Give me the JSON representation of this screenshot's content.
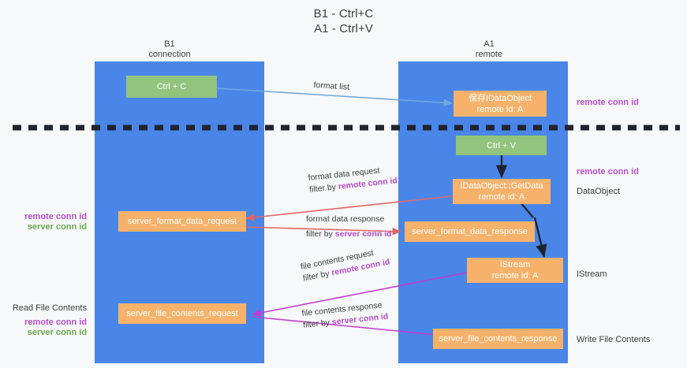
{
  "title": {
    "line1": "B1 - Ctrl+C",
    "line2": "A1 - Ctrl+V"
  },
  "columns": [
    {
      "name": "b1",
      "line1": "B1",
      "line2": "connection"
    },
    {
      "name": "a1",
      "line1": "A1",
      "line2": "remote"
    }
  ],
  "colors": {
    "lane": "#4a86e8",
    "green_node": "#93c47d",
    "orange_node": "#f6b26b",
    "purple_text": "#b44ecb",
    "green_text": "#6aa84f",
    "blue_arrow": "#6fa8dc",
    "red_arrow": "#e06666",
    "magenta_arrow": "#c23fd0",
    "black_arrow": "#1f2430",
    "background": "#f7f8f9",
    "text": "#3c4043"
  },
  "nodes": {
    "ctrl_c": {
      "label": "Ctrl + C",
      "kind": "green"
    },
    "save_idataobject": {
      "line1": "保存IDataObject",
      "line2": "remote id: A",
      "kind": "orange"
    },
    "ctrl_v": {
      "label": "Ctrl + V",
      "kind": "green"
    },
    "getdata": {
      "line1": "IDataObject::GetData",
      "line2": "remote id: A",
      "kind": "orange"
    },
    "server_format_data_request": {
      "label": "server_format_data_request",
      "kind": "orange"
    },
    "server_format_data_response": {
      "label": "server_format_data_response",
      "kind": "orange"
    },
    "istream": {
      "line1": "IStream",
      "line2": "remote id: A",
      "kind": "orange"
    },
    "server_file_contents_request": {
      "label": "server_file_contents_request",
      "kind": "orange"
    },
    "server_file_contents_response": {
      "label": "server_file_contents_response",
      "kind": "orange"
    }
  },
  "edge_labels": {
    "format_list": {
      "text": "format list"
    },
    "format_data_request": {
      "text": "format data request"
    },
    "format_data_request_filter_prefix": {
      "text": "filter by "
    },
    "format_data_request_filter_value": {
      "text": "remote conn id"
    },
    "format_data_response": {
      "text": "format data response"
    },
    "format_data_response_filter_prefix": {
      "text": "filter by "
    },
    "format_data_response_filter_value": {
      "text": "server conn id"
    },
    "file_contents_request": {
      "text": "file contents request"
    },
    "file_contents_request_filter_prefix": {
      "text": "filter by "
    },
    "file_contents_request_filter_value": {
      "text": "remote conn id"
    },
    "file_contents_response": {
      "text": "file contents response"
    },
    "file_contents_response_filter_prefix": {
      "text": "filter by "
    },
    "file_contents_response_filter_value": {
      "text": "server conn id"
    }
  },
  "annotations": {
    "right_remote_conn_id_top": "remote conn id",
    "right_remote_conn_id_mid": "remote conn id",
    "right_dataobject": "DataObject",
    "right_istream": "IStream",
    "right_write_file_contents": "Write File Contents",
    "left_remote_conn_id_mid": "remote conn id",
    "left_server_conn_id_mid": "server conn id",
    "left_read_file_contents": "Read File Contents",
    "left_remote_conn_id_bottom": "remote conn id",
    "left_server_conn_id_bottom": "server conn id"
  }
}
